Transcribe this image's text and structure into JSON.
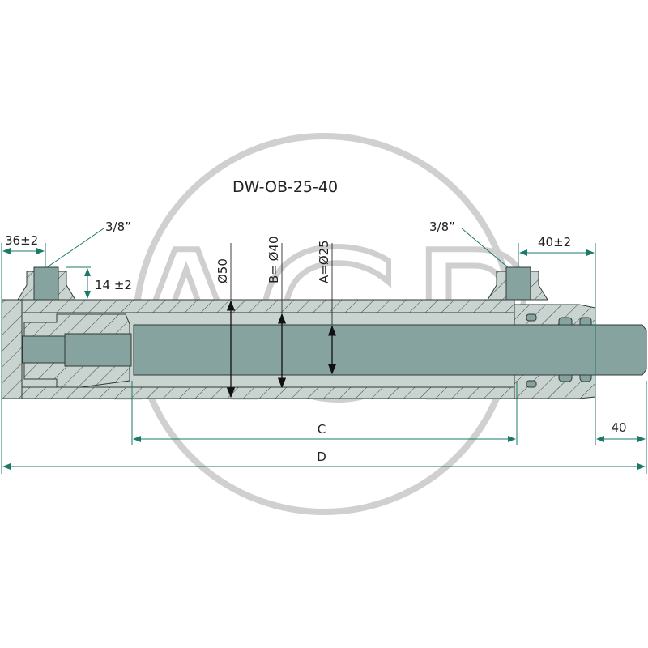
{
  "title": "DW-OB-25-40",
  "watermark": "AGP",
  "colors": {
    "body": "#c9d4d0",
    "rod": "#86a3a0",
    "dimension": "#1b7a68",
    "outline": "#2f3a38",
    "watermark": "#cfcfcf"
  },
  "dimensions": {
    "port_left": "3/8”",
    "port_right": "3/8”",
    "left_port_offset": "36±2",
    "right_port_offset": "40±2",
    "port_height": "14 ±2",
    "outer_diameter": "Ø50",
    "bore_diameter": "B= Ø40",
    "rod_diameter": "A=Ø25",
    "stroke": "C",
    "total_length": "D",
    "rod_end": "40"
  }
}
